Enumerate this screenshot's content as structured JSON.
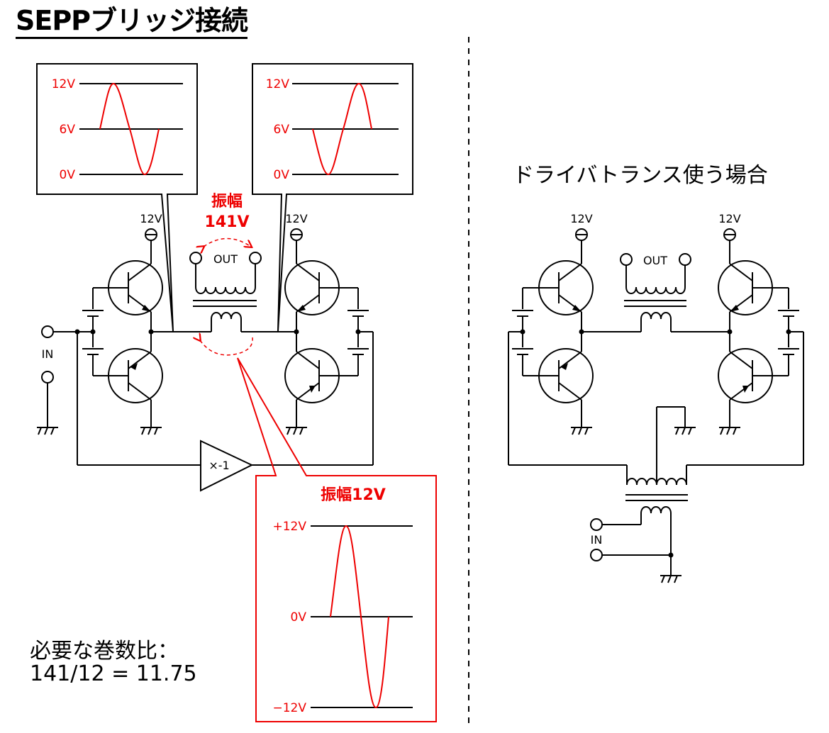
{
  "title": "SEPPブリッジ接続",
  "drive_transformer_title": "ドライバトランス使う場合",
  "ratio": {
    "label": "必要な巻数比：",
    "formula": "141/12 = 11.75"
  },
  "left_circuit": {
    "supply_left": "12V",
    "supply_right": "12V",
    "input_label": "IN",
    "output_label": "OUT",
    "inverter_label": "×-1",
    "output_swing_label": "振幅",
    "output_swing_value": "141V"
  },
  "right_circuit": {
    "supply_left": "12V",
    "supply_right": "12V",
    "input_label": "IN",
    "output_label": "OUT"
  },
  "waveform_left": {
    "levels": [
      "12V",
      "6V",
      "0V"
    ]
  },
  "waveform_right": {
    "levels": [
      "12V",
      "6V",
      "0V"
    ]
  },
  "waveform_bottom": {
    "title": "振幅12V",
    "levels": [
      "+12V",
      "0V",
      "−12V"
    ]
  },
  "colors": {
    "annotation": "#e00000",
    "circuit": "#000000"
  }
}
